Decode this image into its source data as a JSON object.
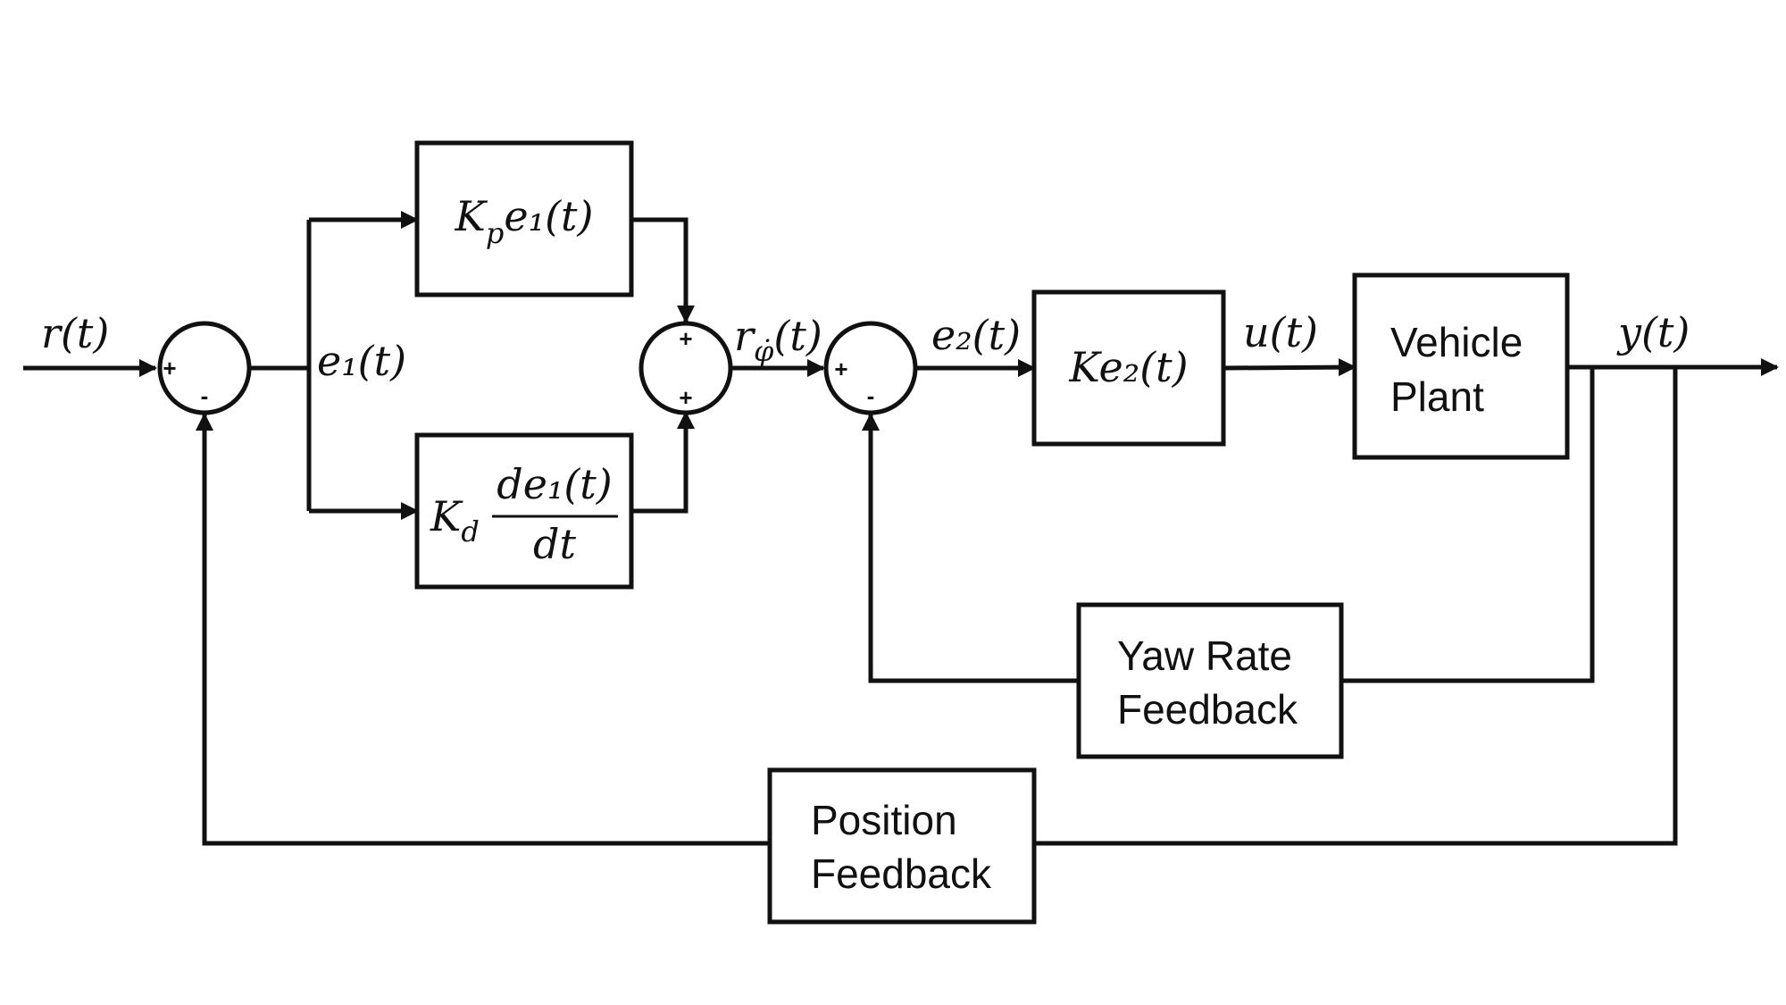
{
  "signals": {
    "r": "r(t)",
    "e1": "e₁(t)",
    "r_phi": "r",
    "r_phi_sub": "φ̇",
    "r_phi_arg": "(t)",
    "e2": "e₂(t)",
    "u": "u(t)",
    "y": "y(t)"
  },
  "blocks": {
    "kp": {
      "coef": "K",
      "coef_sub": "p",
      "expr": "e₁(t)"
    },
    "kd": {
      "coef": "K",
      "coef_sub": "d",
      "numerator": "de₁(t)",
      "denominator": "dt"
    },
    "k2": {
      "expr": "Ke₂(t)"
    },
    "plant": {
      "line1": "Vehicle",
      "line2": "Plant"
    },
    "yaw": {
      "line1": "Yaw Rate",
      "line2": "Feedback"
    },
    "pos": {
      "line1": "Position",
      "line2": "Feedback"
    }
  },
  "summing_junctions": {
    "s1": {
      "top_sign": "+",
      "bottom_sign": "-"
    },
    "s2": {
      "top_sign": "+",
      "bottom_sign": "+"
    },
    "s3": {
      "top_sign": "+",
      "bottom_sign": "-"
    }
  }
}
